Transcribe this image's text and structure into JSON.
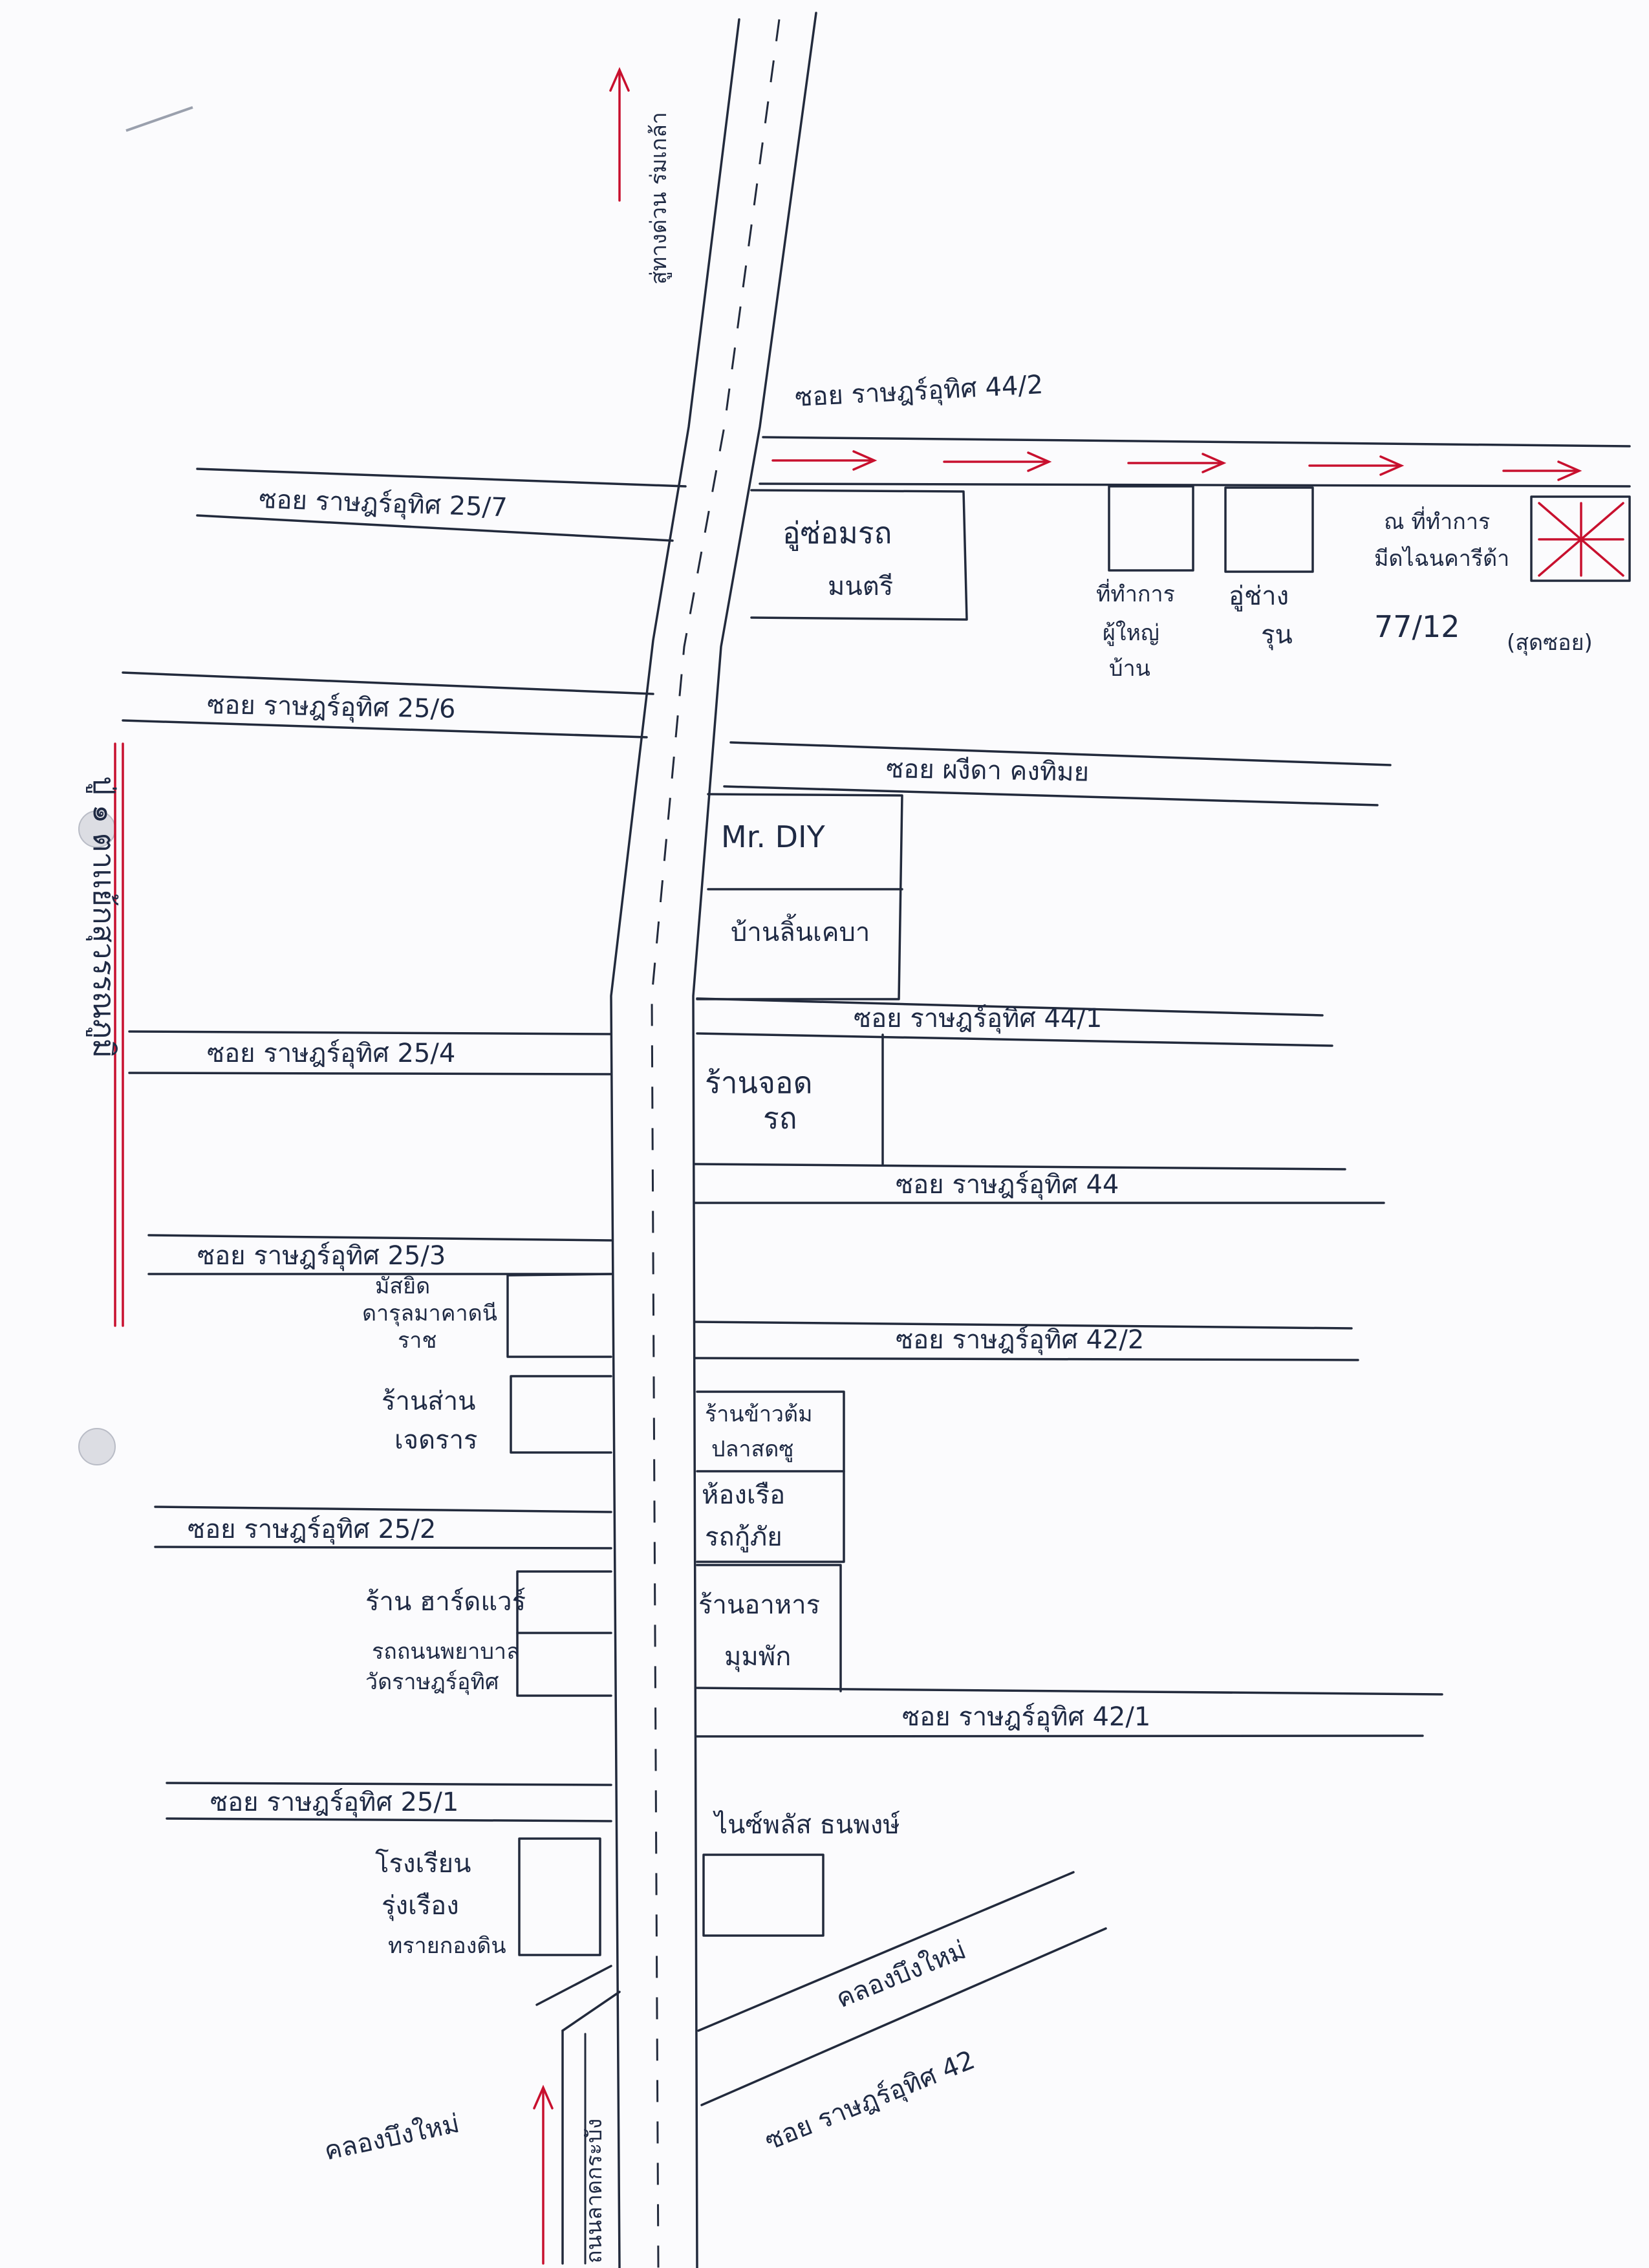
{
  "colors": {
    "ink": "#222a3c",
    "accent": "#c8102e",
    "paper": "#fbfbfd"
  },
  "map": {
    "title_side": "ปู่ ๑ ตาเเย้กสุวรรณภูมิ",
    "north_label": "สู่ทางด่วน ร่มเกล้า",
    "south_label": "ถนนลาดกระบัง",
    "streets": {
      "soi_44_2": "ซอย ราษฎร์อุทิศ 44/2",
      "soi_25_7": "ซอย ราษฎร์อุทิศ 25/7",
      "soi_25_6": "ซอย ราษฎร์อุทิศ 25/6",
      "soi_mitda": "ซอย ผงีดา คงทิมย",
      "soi_44_1": "ซอย ราษฎร์อุทิศ 44/1",
      "soi_25_4": "ซอย ราษฎร์อุทิศ 25/4",
      "soi_44": "ซอย ราษฎร์อุทิศ 44",
      "soi_25_3": "ซอย ราษฎร์อุทิศ 25/3",
      "soi_42_2": "ซอย ราษฎร์อุทิศ 42/2",
      "soi_25_2": "ซอย ราษฎร์อุทิศ 25/2",
      "soi_42_1": "ซอย ราษฎร์อุทิศ 42/1",
      "soi_25_1": "ซอย ราษฎร์อุทิศ 25/1",
      "soi_42": "ซอย ราษฎร์อุทิศ 42"
    },
    "canals": {
      "east": "คลองบึงใหม่",
      "west": "คลองบึงใหม่"
    },
    "places": {
      "garage_line1": "อู่ซ่อมรถ",
      "garage_line2": "มนตรี",
      "gov_line1": "ที่ทำการ",
      "gov_line2": "ผู้ใหญ่",
      "gov_line3": "บ้าน",
      "tailor_line1": "อู่ช่าง",
      "tailor_line2": "รุน",
      "office_line1": "ณ ที่ทำการ",
      "office_line2": "มีดไฉนคารีด้า",
      "office_number": "77/12",
      "office_note": "(สุดซอย)",
      "mrdiy": "Mr. DIY",
      "hairdo": "บ้านลิ้นเคบา",
      "carpark_line1": "ร้านจอด",
      "carpark_line2": "รถ",
      "temple_line1": "มัสยิด",
      "temple_line2": "ดารุลมาคาดนี",
      "temple_line3": "ราช",
      "grocery_line1": "ร้านส่าน",
      "grocery_line2": "เจดราร",
      "ricepot_line1": "ร้านข้าวต้ม",
      "ricepot_line2": "ปลาสดซู",
      "boat_line1": "ห้องเรือ",
      "boat_line2": "รถกู้ภัย",
      "food_line1": "ร้านอาหาร",
      "food_line2": "มุมพัก",
      "shop_line1": "ร้าน ฮาร์ดแวร์",
      "school1_line1": "รถถนนพยาบาล",
      "school1_line2": "วัดราษฎร์อุทิศ",
      "village": "ไนซ์พลัส ธนพงษ์",
      "school2_line1": "โรงเรียน",
      "school2_line2": "รุ่งเรือง",
      "school2_line3": "ทรายกองดิน"
    }
  }
}
